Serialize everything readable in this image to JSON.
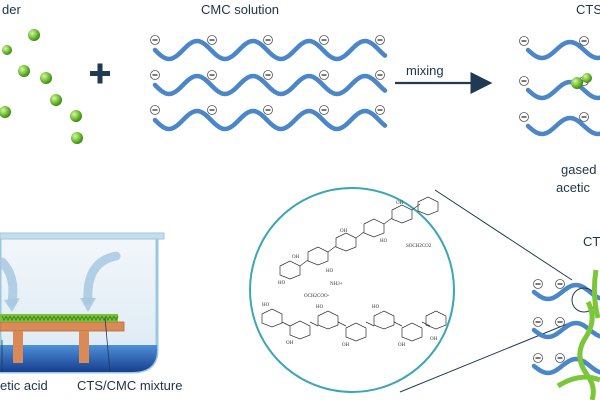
{
  "labels": {
    "powder_fragment": "der",
    "cmc_solution": "CMC solution",
    "mixing": "mixing",
    "cts_fragment_top": "CTS",
    "gaseous_fragment": "gased",
    "acetic_fragment_right": "acetic",
    "cts_fragment_bottom": "CT",
    "acetic_acid_fragment": "etic acid",
    "cts_cmc_mixture": "CTS/CMC mixture"
  },
  "chemistry": {
    "nh3": "NH3+",
    "coo_left": "OCH2COO-",
    "coo_top": "SOCH2CO2",
    "oh": "OH",
    "ho": "HO"
  },
  "colors": {
    "cmc_chain": "#4a86c8",
    "cts_particle": "#7cc63a",
    "arrow": "#1f3a52",
    "circle": "#3aa6b6",
    "container": "#9cc7e0",
    "solution": "#1e5fb8",
    "platform": "#d98a57",
    "text": "#1f3347"
  }
}
